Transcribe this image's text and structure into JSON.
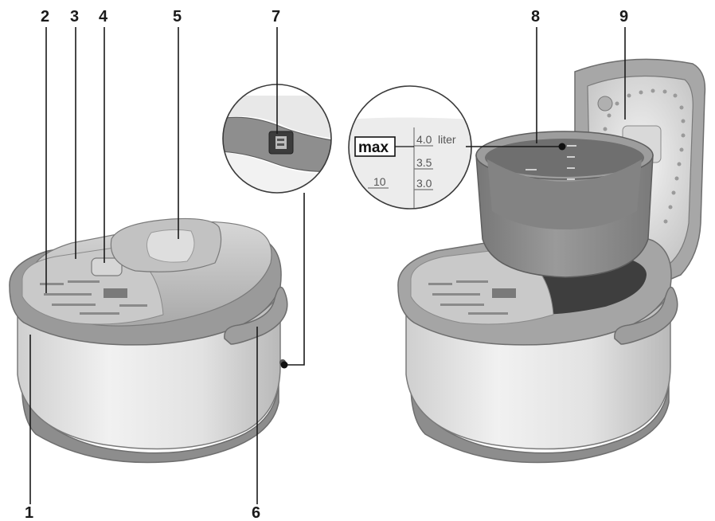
{
  "callouts": {
    "n1": "1",
    "n2": "2",
    "n3": "3",
    "n4": "4",
    "n5": "5",
    "n6": "6",
    "n7": "7",
    "n8": "8",
    "n9": "9"
  },
  "scale_detail": {
    "max_label": "max",
    "marks": [
      "4.0",
      "3.5",
      "3.0"
    ],
    "unit": "liter",
    "cup_mark": "10"
  },
  "colors": {
    "outline": "#6e6e6e",
    "body_light": "#e6e6e6",
    "body_mid": "#bdbdbd",
    "base_dark": "#8a8a8a",
    "pot": "#8c8c8c",
    "label": "#1a1a1a"
  }
}
